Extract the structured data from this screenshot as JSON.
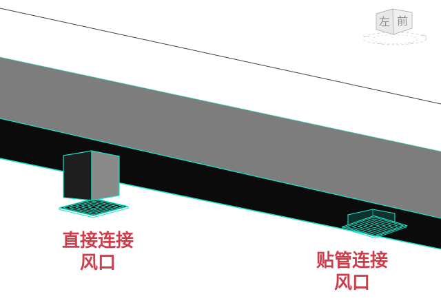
{
  "colors": {
    "background": "#ffffff",
    "ceiling-line": "#3c3c3c",
    "duct-side-gray": "#7d7d7d",
    "duct-bottom-black": "#0b0b0b",
    "edge-cyan": "#1bdfc6",
    "grille-fill": "#060a09",
    "box-left-face": "#1e1e1e",
    "box-right-face": "#898989",
    "collar-teal": "rgba(19,84,76,0.55)",
    "label-red": "#cc3e4c",
    "viewcube-face-top": "#f4f4f4",
    "viewcube-face-left": "#e8e8e8",
    "viewcube-face-front": "#efefef",
    "viewcube-edge": "#a8a8a8",
    "viewcube-text": "#8f8f8f",
    "compass-gray": "#cfcfcf"
  },
  "labels": {
    "direct": {
      "line1": "直接连接",
      "line2": "风口"
    },
    "flush": {
      "line1": "贴管连接",
      "line2": "风口"
    }
  },
  "viewcube": {
    "left_face_label": "左",
    "front_face_label": "前"
  }
}
